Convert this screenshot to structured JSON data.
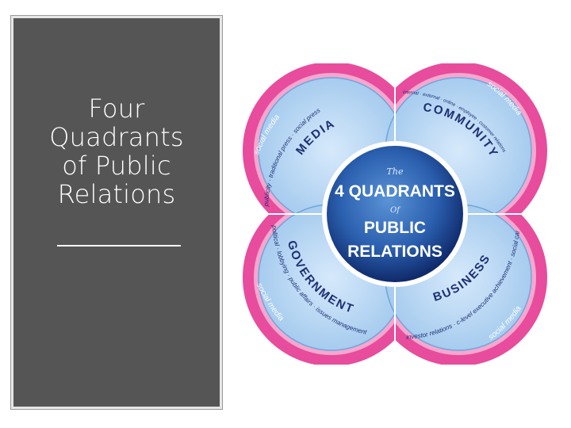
{
  "slide": {
    "title_lines": [
      "Four",
      "Quadrants",
      "of Public",
      "Relations"
    ]
  },
  "diagram": {
    "center": {
      "small_top": "The",
      "line1": "4 QUADRANTS",
      "small_mid": "Of",
      "line2": "PUBLIC",
      "line3": "RELATIONS"
    },
    "quadrants": {
      "media": "MEDIA",
      "community": "COMMUNITY",
      "government": "GOVERNMENT",
      "business": "BUSINESS"
    },
    "outer_labels": {
      "social_media": "social media",
      "top_left_a": "social press",
      "top_left_b": "traditional press",
      "top_left_c": "publicity",
      "top_right": "internal · external · online · employee · customer relations",
      "right_upper": "social care",
      "right_lower": "c-level executive achievement",
      "bottom_left_a": "political · lobbying · public affairs",
      "bottom_left_b": "issues management",
      "bottom_right": "investor relations"
    },
    "colors": {
      "outer_rim": "#e84c9c",
      "rim_light": "#f6a7cf",
      "quadrant_fill": "#a8cdef",
      "center_dark": "#102a6b",
      "center_light": "#3f78c4",
      "text_dark": "#1d2f73"
    }
  }
}
